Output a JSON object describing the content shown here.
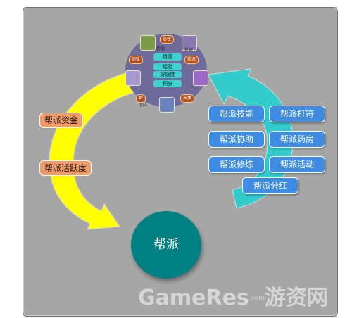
{
  "colors": {
    "background": "#a6a6a6",
    "yellow_arrow": "#ffff00",
    "teal_arrow": "#33cccc",
    "hub": "#6e6a9a",
    "stat_pill": "#3fd0cf",
    "left_label": "#f39a66",
    "feature_button": "#3f8de2",
    "center_node": "#008080"
  },
  "hub": {
    "stats": [
      "情感",
      "经验",
      "好感度",
      "积分"
    ],
    "relations": {
      "top": "信任",
      "top_left": "师徒",
      "top_right": "帮派",
      "bottom_left": "群",
      "bottom_right": "夫妻"
    },
    "links": {
      "upper": "新增",
      "left": "加入",
      "right": "新增"
    }
  },
  "left_labels": {
    "funds": "帮派资金",
    "activity": "帮派活跃度"
  },
  "features": {
    "skills": "帮派技能",
    "talisman": "帮派打符",
    "assist": "帮派协助",
    "pharmacy": "帮派药房",
    "cultivation": "帮派修炼",
    "events": "帮派活动",
    "dividend": "帮派分红"
  },
  "center_node": "帮派",
  "watermark": {
    "brand": "GameRes",
    "domain": ".com",
    "cn": "游资网"
  }
}
